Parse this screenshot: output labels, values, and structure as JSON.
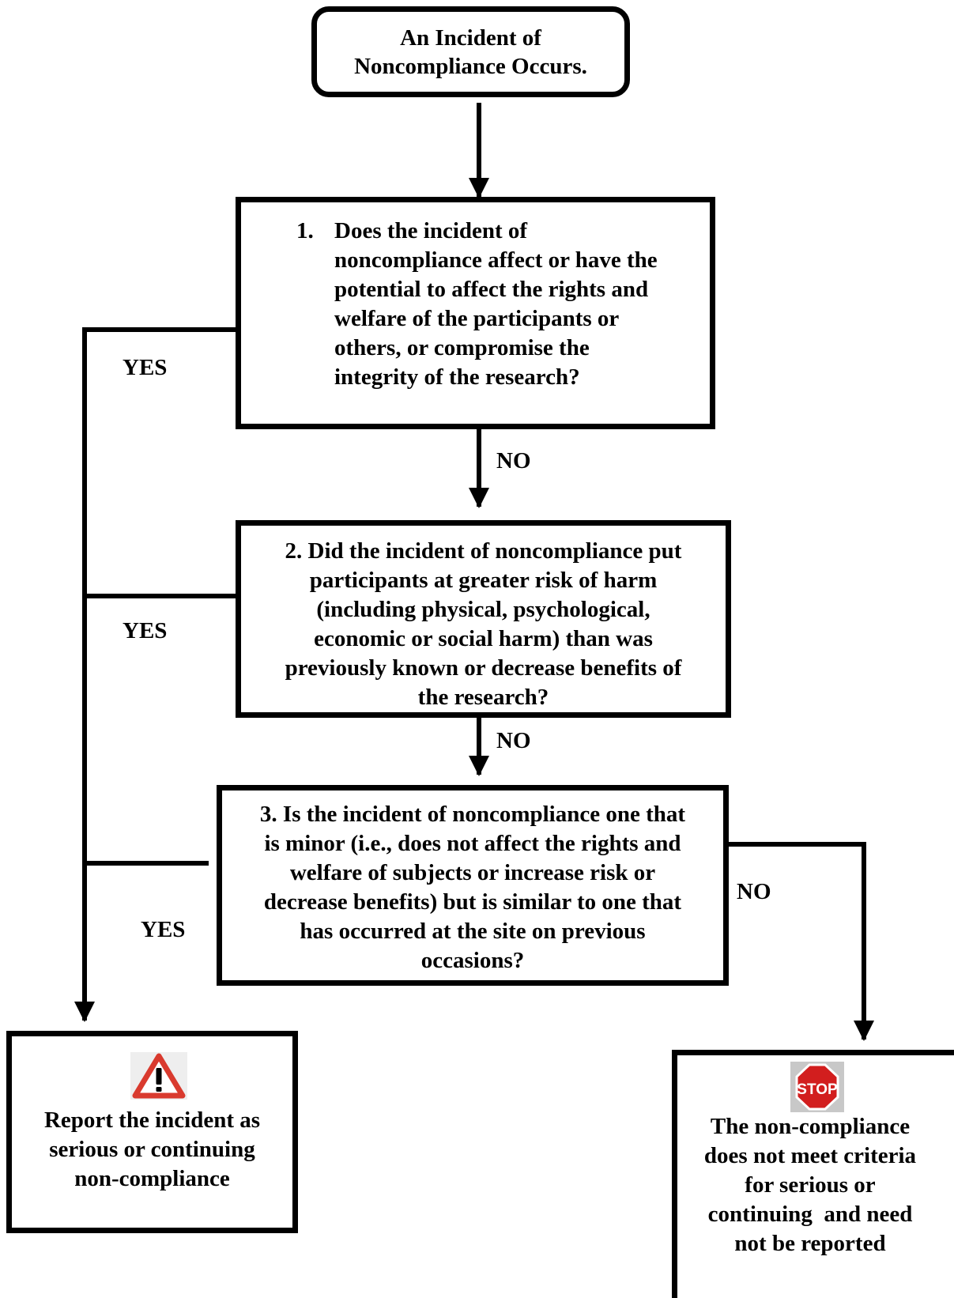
{
  "nodes": {
    "start": {
      "lines": [
        "An Incident of",
        "Noncompliance Occurs."
      ]
    },
    "q1": {
      "number": "1.",
      "lines": [
        "Does the incident of",
        "noncompliance affect or have the",
        "potential to affect the rights and",
        "welfare of the participants or",
        "others, or compromise the",
        "integrity of the research?"
      ]
    },
    "q2": {
      "lines": [
        "2. Did the incident of noncompliance put",
        "participants at greater risk of harm",
        "(including physical, psychological,",
        "economic or social harm) than was",
        "previously known or decrease benefits of",
        "the research?"
      ]
    },
    "q3": {
      "lines": [
        "3. Is the incident of noncompliance one that",
        "is minor (i.e., does not affect the rights and",
        "welfare of subjects or increase risk or",
        "decrease benefits) but is similar to one that",
        "has occurred at the site on previous",
        "occasions?"
      ]
    },
    "report": {
      "icon": "warning-icon",
      "lines": [
        "Report the incident as",
        "serious or continuing",
        "non-compliance"
      ]
    },
    "no_report": {
      "icon": "stop-icon",
      "icon_text": "STOP",
      "lines": [
        "The non-compliance",
        "does not meet criteria",
        "for serious or",
        "continuing  and need",
        "not be reported"
      ]
    }
  },
  "edges": {
    "q1_yes": "YES",
    "q1_no": "NO",
    "q2_yes": "YES",
    "q2_no": "NO",
    "q3_yes": "YES",
    "q3_no": "NO"
  },
  "colors": {
    "line": "#000000",
    "warning_red": "#d93a2e",
    "stop_red": "#d21e1e"
  }
}
